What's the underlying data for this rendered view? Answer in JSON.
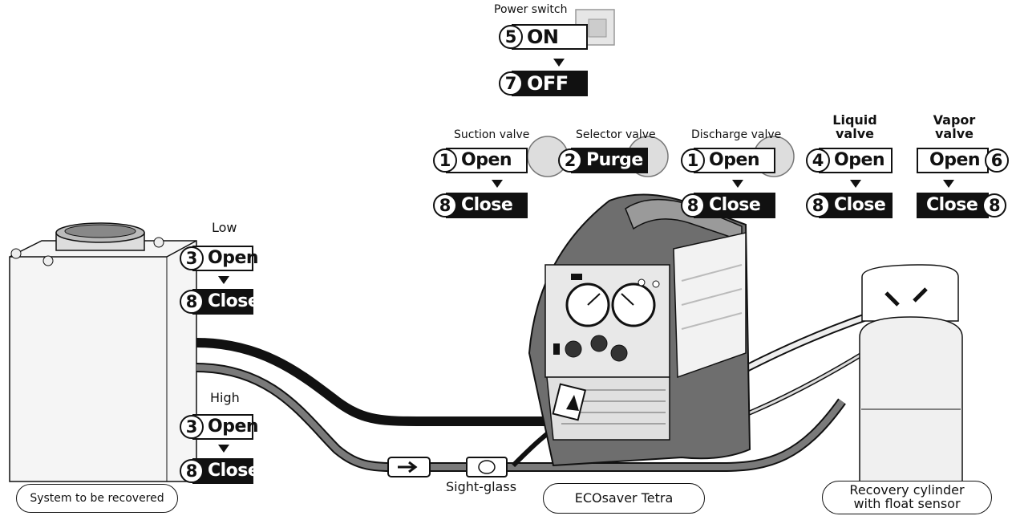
{
  "power": {
    "caption": "Power switch",
    "on_num": "5",
    "on": "ON",
    "off_num": "7",
    "off": "OFF"
  },
  "suction": {
    "caption": "Suction valve",
    "open_num": "1",
    "open": "Open",
    "close_num": "8",
    "close": "Close"
  },
  "selector": {
    "caption": "Selector valve",
    "num": "2",
    "label": "Purge"
  },
  "discharge": {
    "caption": "Discharge valve",
    "open_num": "1",
    "open": "Open",
    "close_num": "8",
    "close": "Close"
  },
  "liquid": {
    "caption_line1": "Liquid",
    "caption_line2": "valve",
    "open_num": "4",
    "open": "Open",
    "close_num": "8",
    "close": "Close"
  },
  "vapor": {
    "caption_line1": "Vapor",
    "caption_line2": "valve",
    "open_num": "6",
    "open": "Open",
    "close_num": "8",
    "close": "Close"
  },
  "low": {
    "caption": "Low",
    "open_num": "3",
    "open": "Open",
    "close_num": "8",
    "close": "Close"
  },
  "high": {
    "caption": "High",
    "open_num": "3",
    "open": "Open",
    "close_num": "8",
    "close": "Close"
  },
  "labels": {
    "system": "System to be recovered",
    "sight_glass": "Sight-glass",
    "machine": "ECOsaver Tetra",
    "cylinder_line1": "Recovery cylinder",
    "cylinder_line2": "with float sensor"
  },
  "colors": {
    "ink": "#111111",
    "machine_body": "#6e6e6e",
    "hose_gray": "#7a7a7a",
    "hose_black": "#111111"
  }
}
